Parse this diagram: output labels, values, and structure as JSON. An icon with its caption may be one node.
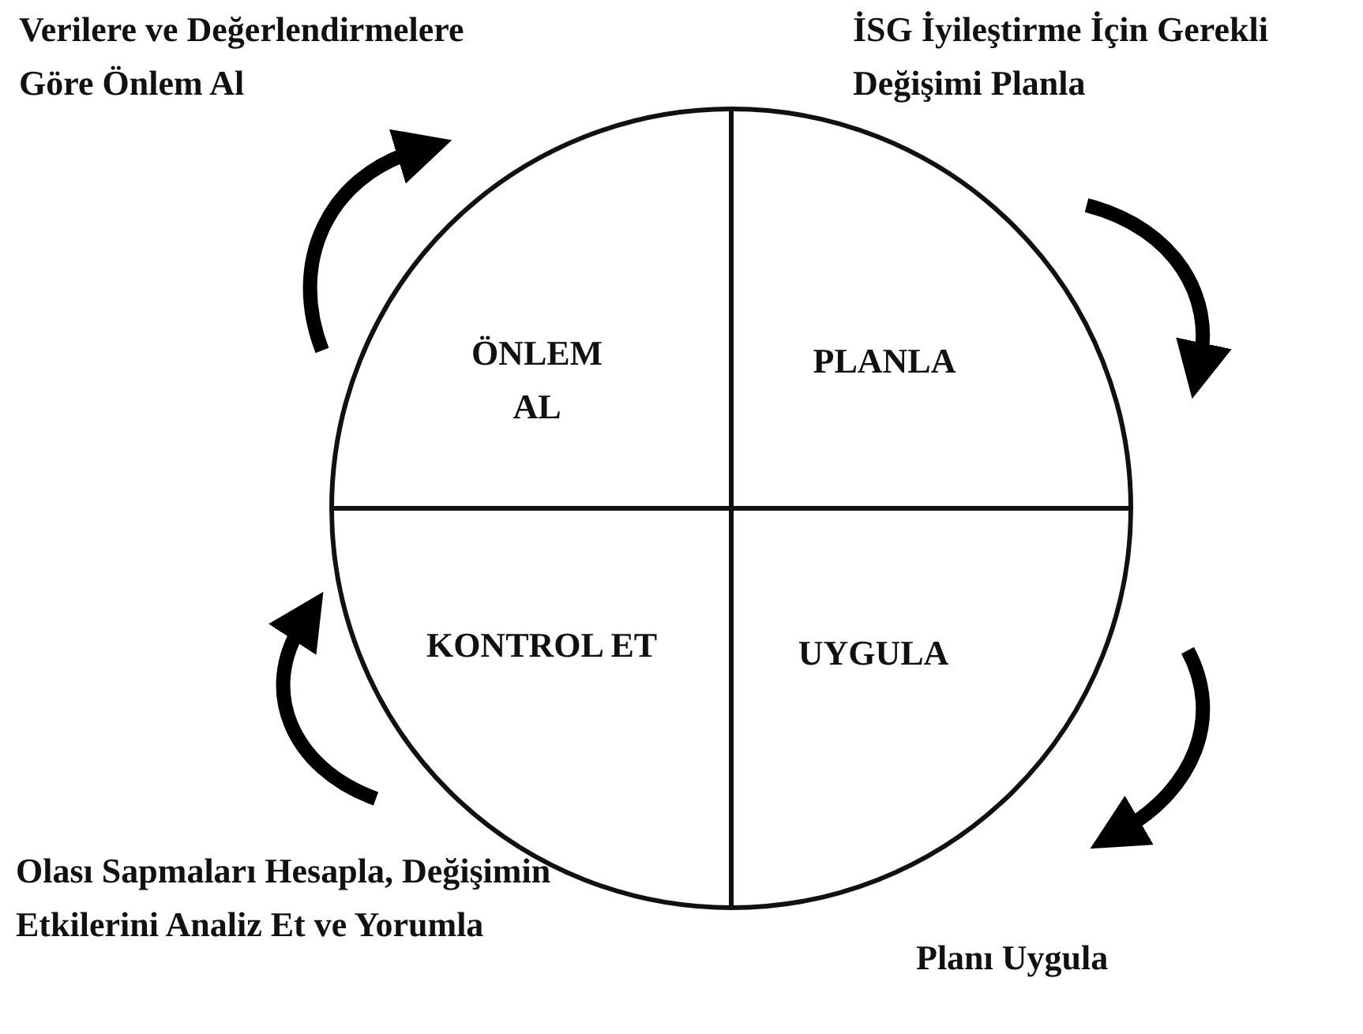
{
  "diagram": {
    "nodes": [
      {
        "text": [],
        "shape": "circle"
      },
      {
        "text": [
          "ÖNLEM AL"
        ],
        "in": 0
      },
      {
        "text": [
          "PLANLA"
        ],
        "in": 0
      },
      {
        "text": [
          "KONTROL ET"
        ],
        "in": 0
      },
      {
        "text": [
          "UYGULA"
        ],
        "in": 0
      }
    ],
    "labels": [
      "Verilere ve Değerlendirmelere Göre Önlem Al",
      "İSG İyileştirme İçin Gerekli Değişimi Planla",
      "Olası Sapmaları Hesapla, Değişimin Etkilerini Analiz Et ve Yorumla",
      "Planı Uygula"
    ]
  }
}
